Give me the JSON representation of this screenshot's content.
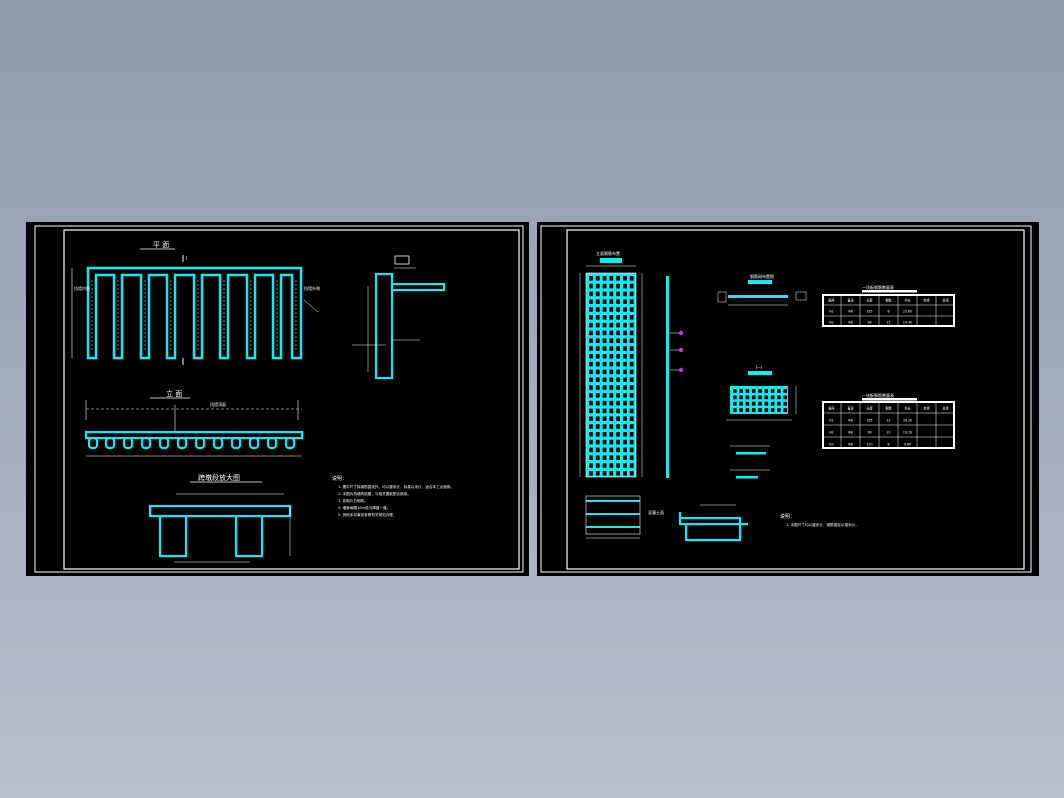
{
  "left_sheet": {
    "plan_title": "平 面",
    "elevation_title": "立 面",
    "detail_title": "跨墩段放大图",
    "section_label": "I",
    "plan_side_label_left": "挡墙内侧",
    "plan_side_label_right": "挡墙外侧",
    "elevation_label": "挡墙顶面",
    "notes_heading": "说明：",
    "notes": [
      "1. 图中尺寸除钢筋直径外，均以厘米计，标高以米计，适合本工点使用。",
      "2. 本图为挡墙构造图，与相关图纸配合使用。",
      "3. 浆砌片石砌筑。",
      "4. 墙身每隔10m设沉降缝一道。",
      "5. 其他未尽事宜参照有关规范办理。"
    ]
  },
  "right_sheet": {
    "main_title": "立面钢筋布置",
    "mid_title_1": "钢筋网布置图",
    "mid_title_2": "I—I",
    "table1_title": "一块板钢筋数量表",
    "table2_title": "一块板钢筋数量表",
    "side_label": "混凝土面",
    "notes_heading": "说明：",
    "notes": [
      "1. 本图尺寸均以厘米计，钢筋直径以毫米计。"
    ],
    "table1": {
      "headers": [
        "编号",
        "直径",
        "长度",
        "根数",
        "共长",
        "单重",
        "总重"
      ],
      "rows": [
        [
          "N1",
          "Φ8",
          "285",
          "8",
          "22.80",
          "",
          ""
        ],
        [
          "N2",
          "Φ8",
          "96",
          "15",
          "14.40",
          "",
          ""
        ]
      ]
    },
    "table2": {
      "headers": [
        "编号",
        "直径",
        "长度",
        "根数",
        "共长",
        "单重",
        "总重"
      ],
      "rows": [
        [
          "N1",
          "Φ8",
          "285",
          "12",
          "34.20",
          "",
          ""
        ],
        [
          "N2",
          "Φ8",
          "96",
          "20",
          "19.20",
          "",
          ""
        ],
        [
          "N3",
          "Φ8",
          "120",
          "8",
          "9.60",
          "",
          ""
        ]
      ]
    }
  }
}
